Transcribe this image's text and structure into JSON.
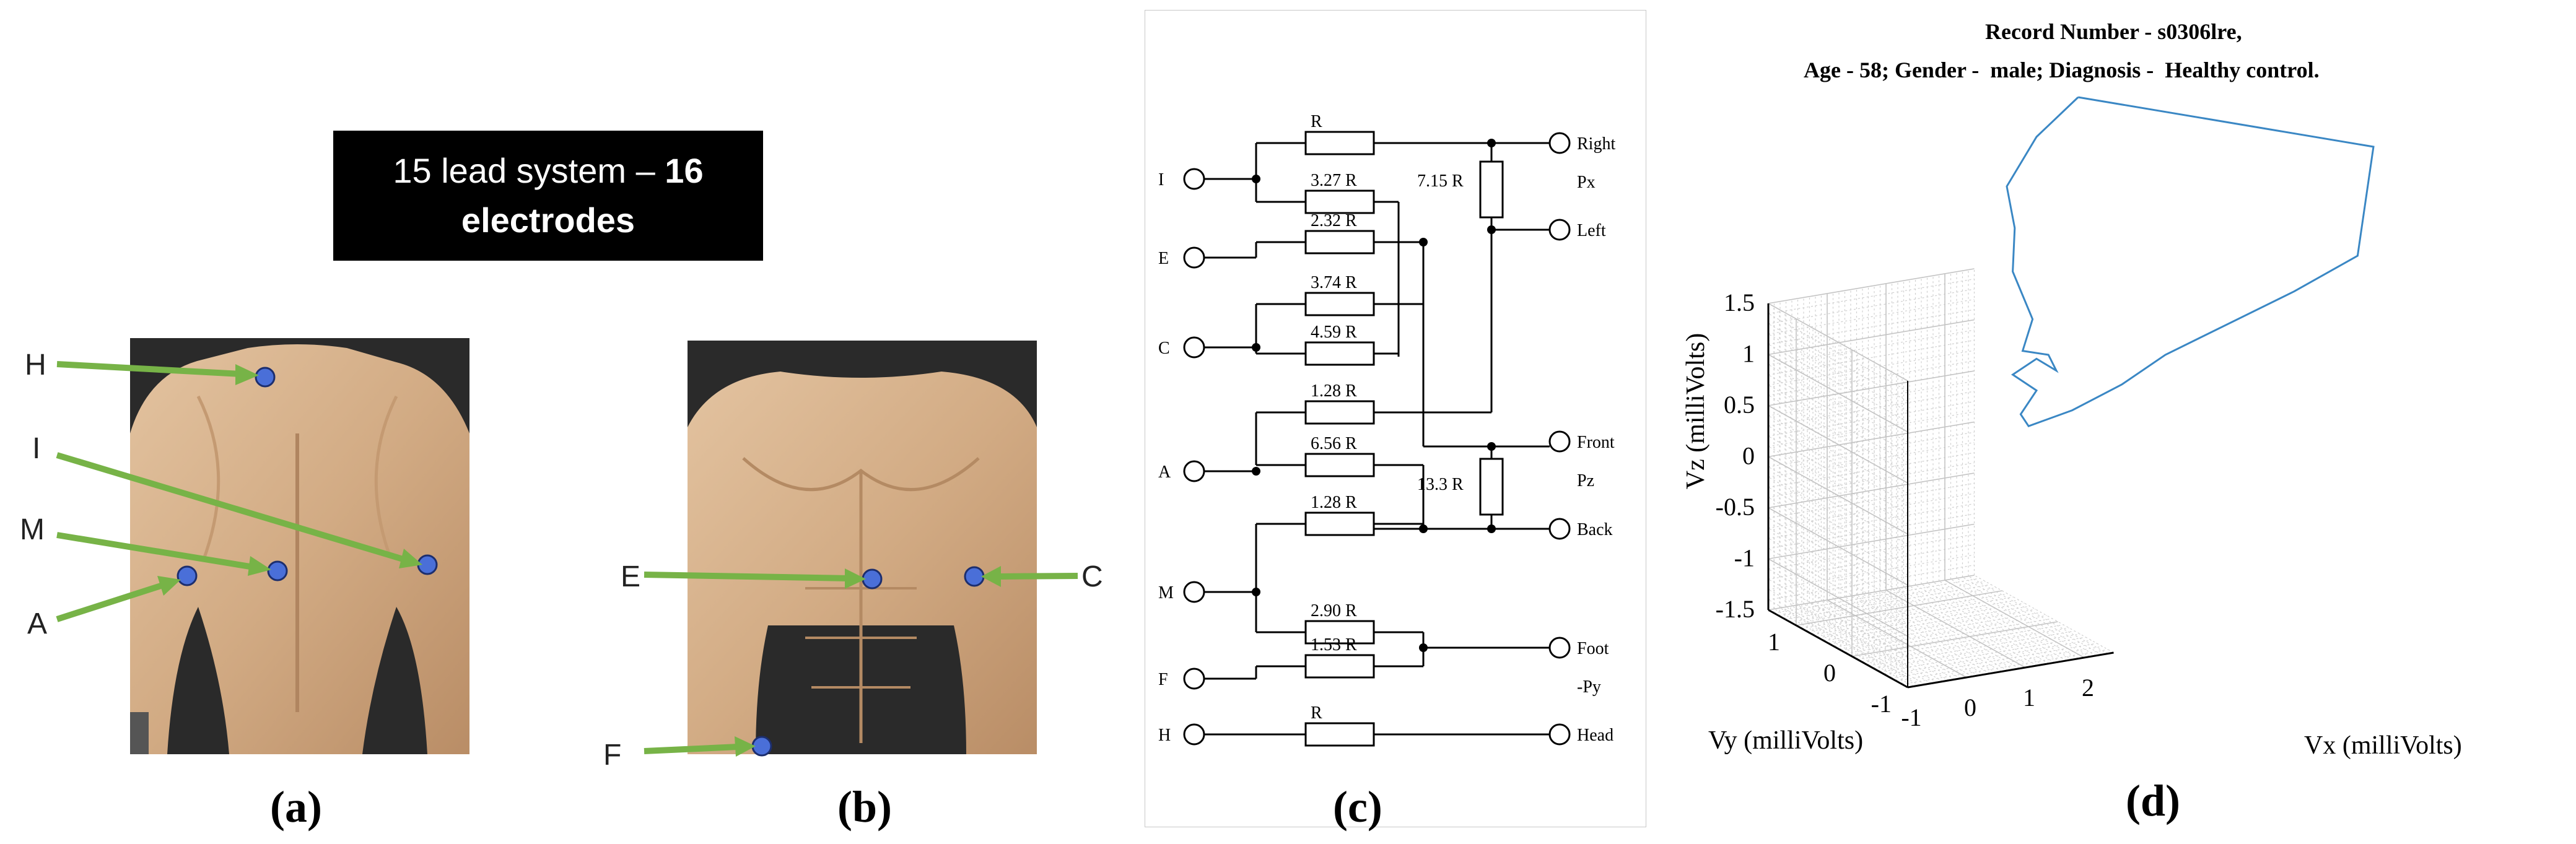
{
  "panel_a": {
    "caption": "(a)",
    "title_line1": "15 lead system – ",
    "title_bold1": "16",
    "title_line2": "electrodes",
    "labels": [
      "H",
      "I",
      "M",
      "A"
    ]
  },
  "panel_b": {
    "caption": "(b)",
    "labels": [
      "E",
      "C",
      "F"
    ]
  },
  "panel_c": {
    "caption": "(c)",
    "inputs": [
      "I",
      "E",
      "C",
      "A",
      "M",
      "F",
      "H"
    ],
    "resistors": [
      "R",
      "3.27 R",
      "2.32 R",
      "3.74 R",
      "4.59 R",
      "1.28 R",
      "6.56 R",
      "1.28 R",
      "2.90 R",
      "1.53 R",
      "R"
    ],
    "bridge_resistors": [
      "7.15 R",
      "13.3 R"
    ],
    "outputs": [
      "Right",
      "Px",
      "Left",
      "Front",
      "Pz",
      "Back",
      "Foot",
      "-Py",
      "Head"
    ]
  },
  "panel_d": {
    "caption": "(d)",
    "title_line1": "Record Number - s0306lre,",
    "title_line2": "Age - 58; Gender -  male; Diagnosis -  Healthy control.",
    "colors": {
      "trace": "#3a87c4",
      "grid": "#d0d0d0"
    },
    "chart_data": {
      "type": "line",
      "title": "Record Number - s0306lre, Age - 58; Gender -  male; Diagnosis -  Healthy control.",
      "xlabel": "Vx (milliVolts)",
      "ylabel": "Vy (milliVolts)",
      "zlabel": "Vz (milliVolts)",
      "xlim": [
        -1,
        2.5
      ],
      "ylim": [
        -1,
        1.5
      ],
      "zlim": [
        -1.5,
        1.5
      ],
      "x_ticks": [
        "-1",
        "0",
        "1",
        "2"
      ],
      "y_ticks": [
        "-1",
        "0",
        "1"
      ],
      "z_ticks": [
        "1.5",
        "1",
        "0.5",
        "0",
        "-0.5",
        "-1",
        "-1.5"
      ],
      "grid": true
    }
  }
}
